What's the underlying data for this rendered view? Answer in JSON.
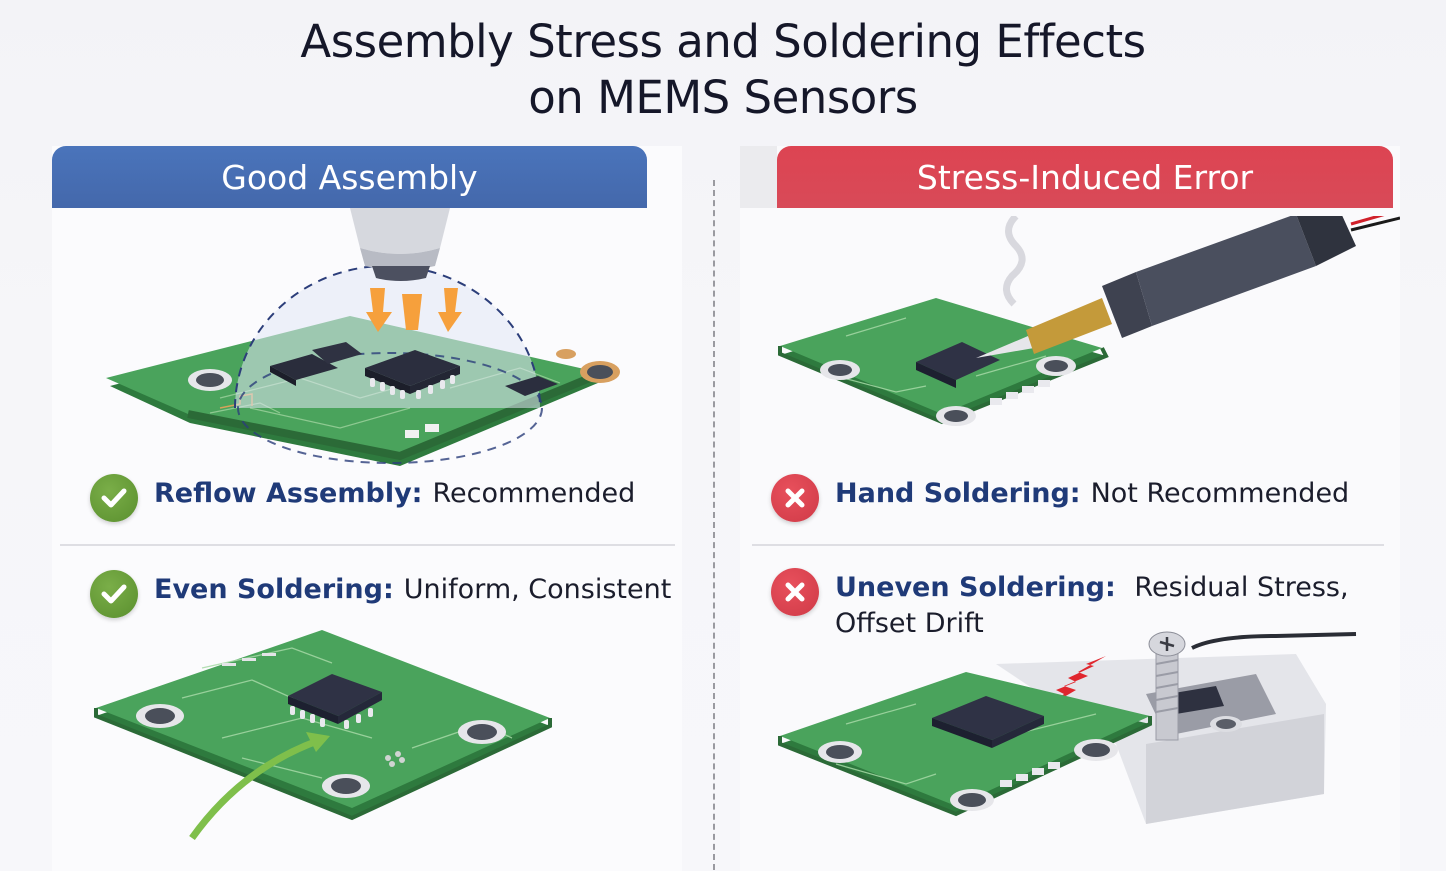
{
  "title": {
    "line1": "Assembly Stress and Soldering Effects",
    "line2": "on MEMS Sensors"
  },
  "colors": {
    "good_header": "#4a72b8",
    "bad_header": "#dc4654",
    "ok_badge": "#6a9e3c",
    "bad_badge": "#d9434f",
    "label_blue": "#1f3a78",
    "pcb_green": "#3f9a55"
  },
  "left_panel": {
    "header": "Good Assembly",
    "items": [
      {
        "icon": "check-icon",
        "label": "Reflow Assembly:",
        "value": "Recommended"
      },
      {
        "icon": "check-icon",
        "label": "Even Soldering:",
        "value": "Uniform, Consistent"
      }
    ],
    "illustrations": [
      "reflow-nozzle-over-pcb",
      "flat-pcb-with-green-arrow"
    ]
  },
  "right_panel": {
    "header": "Stress-Induced Error",
    "items": [
      {
        "icon": "x-icon",
        "label": "Hand Soldering:",
        "value": "Not Recommended"
      },
      {
        "icon": "x-icon",
        "label": "Uneven Soldering:",
        "value": "Residual Stress,",
        "value2": "Offset Drift"
      }
    ],
    "illustrations": [
      "soldering-iron-on-chip",
      "pcb-screwed-to-bracket-with-stress-arrow"
    ]
  }
}
